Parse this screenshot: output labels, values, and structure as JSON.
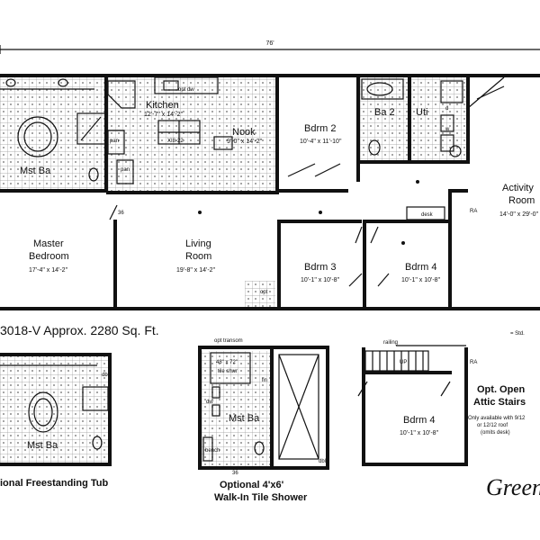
{
  "overall_width": "76'",
  "model_line": "3018-V  Approx. 2280 Sq. Ft.",
  "legend": "= Std.",
  "brand": "Green",
  "rooms": {
    "kitchen": {
      "name": "Kitchen",
      "dim": "12'-7\" x 14'-2\""
    },
    "nook": {
      "name": "Nook",
      "dim": "9'-0\" x 14'-2\""
    },
    "bdrm2": {
      "name": "Bdrm 2",
      "dim": "10'-4\" x 11'-10\""
    },
    "ba2": {
      "name": "Ba 2"
    },
    "uti": {
      "name": "Uti"
    },
    "activity": {
      "name1": "Activity",
      "name2": "Room",
      "dim": "14'-0\" x 29'-0\""
    },
    "mstba": {
      "name": "Mst Ba"
    },
    "master": {
      "name1": "Master",
      "name2": "Bedroom",
      "dim": "17'-4\" x 14'-2\""
    },
    "living": {
      "name1": "Living",
      "name2": "Room",
      "dim": "19'-8\" x 14'-2\""
    },
    "bdrm3": {
      "name": "Bdrm 3",
      "dim": "10'-1\" x 10'-8\""
    },
    "bdrm4": {
      "name": "Bdrm 4",
      "dim": "10'-1\" x 10'-8\""
    }
  },
  "labels": {
    "opt_dw": "opt dw",
    "island": "XI8-22",
    "pan1": "pan",
    "pan2": "pan",
    "n36a": "36",
    "desk": "desk",
    "ra1": "RA",
    "opt": "opt",
    "d": "d",
    "w": "w"
  },
  "options": {
    "tub": {
      "title": "ional Freestanding Tub",
      "room": "Mst Ba",
      "dbl": "dbl"
    },
    "shower": {
      "title1": "Optional 4'x6'",
      "title2": "Walk-In Tile Shower",
      "transom": "opt transom",
      "size": "48\" x 72\"",
      "tile": "tile shwr",
      "room": "Mst Ba",
      "lin": "lin",
      "dw": "dw",
      "bench": "bench",
      "n36": "36",
      "dbl": "dbl"
    },
    "attic": {
      "title1": "Opt. Open",
      "title2": "Attic Stairs",
      "note1": "Only available with 9/12",
      "note2": "or 12/12 roof",
      "note3": "(omits desk)",
      "railing": "railing",
      "up": "UP",
      "ra": "RA",
      "room": "Bdrm 4",
      "dim": "10'-1\" x 10'-8\""
    }
  }
}
